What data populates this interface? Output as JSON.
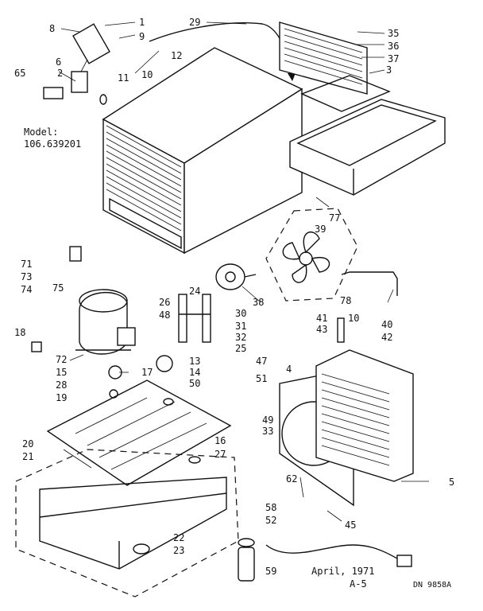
{
  "model_label": "Model:",
  "model_number": "106.639201",
  "date_text": "April, 1971",
  "page_code": "A-5",
  "drawing_number": "DN 9858A",
  "callouts": [
    "1",
    "2",
    "3",
    "4",
    "5",
    "6",
    "8",
    "9",
    "10",
    "10",
    "11",
    "12",
    "13",
    "14",
    "15",
    "16",
    "17",
    "18",
    "19",
    "20",
    "21",
    "22",
    "23",
    "24",
    "25",
    "26",
    "27",
    "28",
    "29",
    "30",
    "31",
    "32",
    "33",
    "35",
    "36",
    "37",
    "38",
    "39",
    "40",
    "41",
    "42",
    "43",
    "45",
    "47",
    "48",
    "49",
    "50",
    "51",
    "52",
    "58",
    "59",
    "62",
    "65",
    "71",
    "72",
    "73",
    "74",
    "75",
    "77",
    "78"
  ]
}
